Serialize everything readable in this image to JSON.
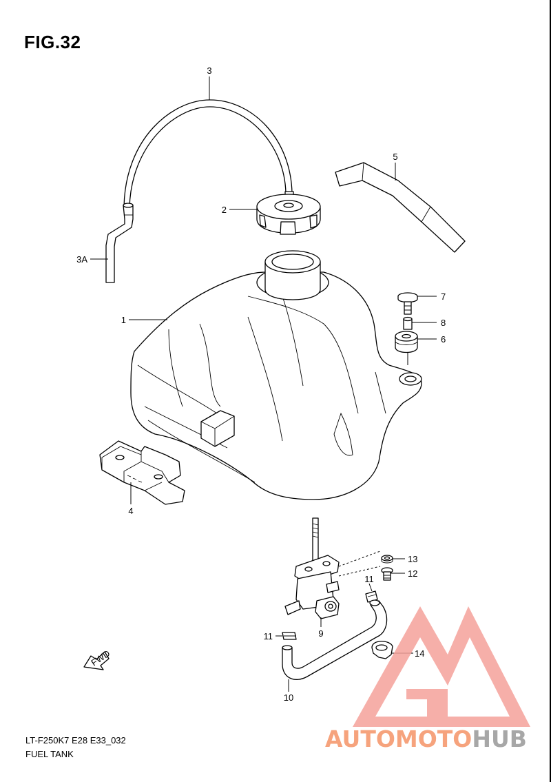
{
  "figure": {
    "title": "FIG.32",
    "code": "LT-F250K7 E28 E33_032",
    "name": "FUEL TANK"
  },
  "callouts": {
    "p1": "1",
    "p2": "2",
    "p3": "3",
    "p3a": "3A",
    "p4": "4",
    "p5": "5",
    "p6": "6",
    "p7": "7",
    "p8": "8",
    "p9": "9",
    "p10": "10",
    "p11a": "11",
    "p11b": "11",
    "p12": "12",
    "p13": "13",
    "p14": "14"
  },
  "direction_arrow": {
    "label": "FWD"
  },
  "watermark": {
    "word_a": "AUTOMOTO",
    "word_b": "HUB",
    "color_a": "#f6a37d",
    "color_b": "#a7a7a7",
    "logo_color": "#f4a19a"
  }
}
